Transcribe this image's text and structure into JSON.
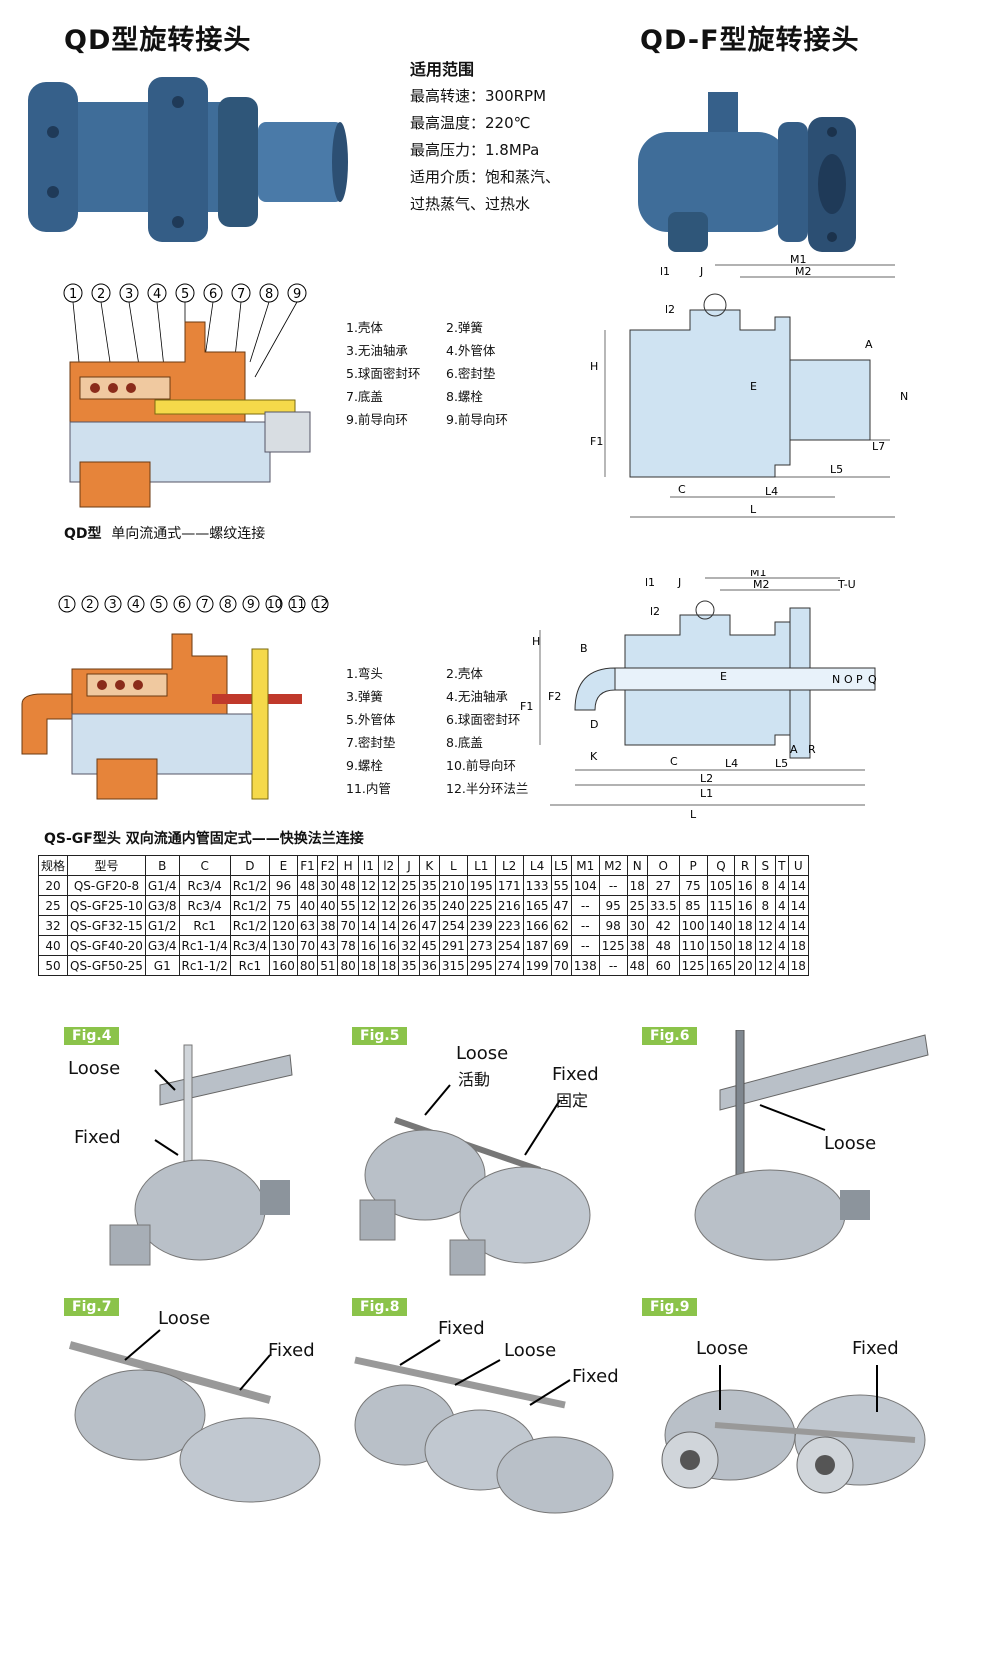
{
  "titles": {
    "qd": "QD型旋转接头",
    "qdf": "QD-F型旋转接头"
  },
  "specs": {
    "heading": "适用范围",
    "lines": [
      "最高转速：300RPM",
      "最高温度：220℃",
      "最高压力：1.8MPa",
      "适用介质：饱和蒸汽、",
      "过热蒸气、过热水"
    ]
  },
  "parts_qd": [
    [
      "1.壳体",
      "2.弹簧"
    ],
    [
      "3.无油轴承",
      "4.外管体"
    ],
    [
      "5.球面密封环",
      "6.密封垫"
    ],
    [
      "7.底盖",
      "8.螺栓"
    ],
    [
      "9.前导向环",
      "9.前导向环"
    ]
  ],
  "parts_qs": [
    [
      "1.弯头",
      "2.壳体"
    ],
    [
      "3.弹簧",
      "4.无油轴承"
    ],
    [
      "5.外管体",
      "6.球面密封环"
    ],
    [
      "7.密封垫",
      "8.底盖"
    ],
    [
      "9.螺栓",
      "10.前导向环"
    ],
    [
      "11.内管",
      "12.半分环法兰"
    ]
  ],
  "captions": {
    "qd_bold": "QD型",
    "qd_text": "单向流通式——螺纹连接",
    "qs": "QS-GF型头 双向流通内管固定式——快换法兰连接"
  },
  "diagram_numbers_qd": [
    "1",
    "2",
    "3",
    "4",
    "5",
    "6",
    "7",
    "8",
    "9"
  ],
  "diagram_numbers_qs": [
    "1",
    "2",
    "3",
    "4",
    "5",
    "6",
    "7",
    "8",
    "9",
    "10",
    "11",
    "12"
  ],
  "dims_top": {
    "m1": "M1",
    "m2": "M2",
    "l1": "l1",
    "j": "J",
    "l2": "l2",
    "h": "H",
    "a": "A",
    "e": "E",
    "n": "N",
    "f1": "F1",
    "l7": "L7",
    "l5": "L5",
    "c": "C",
    "l4": "L4",
    "l": "L"
  },
  "dims_bottom": {
    "l1": "l1",
    "j": "J",
    "m1": "M1",
    "m2": "M2",
    "tu": "T-U",
    "l2": "l2",
    "h": "H",
    "b": "B",
    "e": "E",
    "n": "N",
    "o": "O",
    "p": "P",
    "q": "Q",
    "f1": "F1",
    "f2": "F2",
    "d": "D",
    "k": "K",
    "c": "C",
    "l4": "L4",
    "l5": "L5",
    "a": "A",
    "r": "R",
    "l2b": "L2",
    "l1b": "L1",
    "l": "L"
  },
  "table": {
    "headers": [
      "规格",
      "型号",
      "B",
      "C",
      "D",
      "E",
      "F1",
      "F2",
      "H",
      "l1",
      "l2",
      "J",
      "K",
      "L",
      "L1",
      "L2",
      "L4",
      "L5",
      "M1",
      "M2",
      "N",
      "O",
      "P",
      "Q",
      "R",
      "S",
      "T",
      "U"
    ],
    "rows": [
      [
        "20",
        "QS-GF20-8",
        "G1/4",
        "Rc3/4",
        "Rc1/2",
        "96",
        "48",
        "30",
        "48",
        "12",
        "12",
        "25",
        "35",
        "210",
        "195",
        "171",
        "133",
        "55",
        "104",
        "--",
        "18",
        "27",
        "75",
        "105",
        "16",
        "8",
        "4",
        "14"
      ],
      [
        "25",
        "QS-GF25-10",
        "G3/8",
        "Rc3/4",
        "Rc1/2",
        "75",
        "40",
        "40",
        "55",
        "12",
        "12",
        "26",
        "35",
        "240",
        "225",
        "216",
        "165",
        "47",
        "--",
        "95",
        "25",
        "33.5",
        "85",
        "115",
        "16",
        "8",
        "4",
        "14"
      ],
      [
        "32",
        "QS-GF32-15",
        "G1/2",
        "Rc1",
        "Rc1/2",
        "120",
        "63",
        "38",
        "70",
        "14",
        "14",
        "26",
        "47",
        "254",
        "239",
        "223",
        "166",
        "62",
        "--",
        "98",
        "30",
        "42",
        "100",
        "140",
        "18",
        "12",
        "4",
        "14"
      ],
      [
        "40",
        "QS-GF40-20",
        "G3/4",
        "Rc1-1/4",
        "Rc3/4",
        "130",
        "70",
        "43",
        "78",
        "16",
        "16",
        "32",
        "45",
        "291",
        "273",
        "254",
        "187",
        "69",
        "--",
        "125",
        "38",
        "48",
        "110",
        "150",
        "18",
        "12",
        "4",
        "18"
      ],
      [
        "50",
        "QS-GF50-25",
        "G1",
        "Rc1-1/2",
        "Rc1",
        "160",
        "80",
        "51",
        "80",
        "18",
        "18",
        "35",
        "36",
        "315",
        "295",
        "274",
        "199",
        "70",
        "138",
        "--",
        "48",
        "60",
        "125",
        "165",
        "20",
        "12",
        "4",
        "18"
      ]
    ]
  },
  "figs": [
    {
      "tag": "Fig.4",
      "labels": [
        "Loose",
        "Fixed"
      ]
    },
    {
      "tag": "Fig.5",
      "labels": [
        "Loose",
        "活動",
        "Fixed",
        "固定"
      ]
    },
    {
      "tag": "Fig.6",
      "labels": [
        "Loose"
      ]
    },
    {
      "tag": "Fig.7",
      "labels": [
        "Loose",
        "Fixed"
      ]
    },
    {
      "tag": "Fig.8",
      "labels": [
        "Fixed",
        "Loose",
        "Fixed"
      ]
    },
    {
      "tag": "Fig.9",
      "labels": [
        "Loose",
        "Fixed"
      ]
    }
  ],
  "colors": {
    "product_blue": "#3f6d99",
    "fig_green": "#8bc34a",
    "metal": "#b9c0c8",
    "drawing_blue": "#cfe3f2"
  }
}
